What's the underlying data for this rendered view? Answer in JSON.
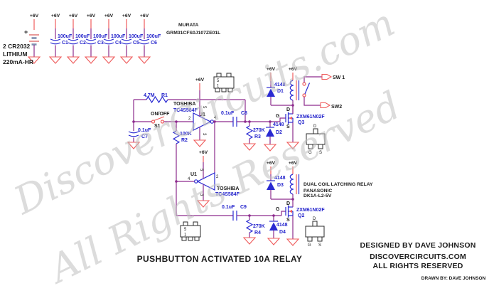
{
  "title": "PUSHBUTTON ACTIVATED 10A RELAY",
  "watermark": {
    "line1": "DiscoverCircuits.com",
    "line2": "All Rights Reserved"
  },
  "credits": {
    "designed_by": "DESIGNED BY DAVE JOHNSON",
    "site": "DISCOVERCIRCUITS.COM",
    "rights": "ALL RIGHTS RESERVED",
    "drawn_by": "DRAWN BY: DAVE JOHNSON"
  },
  "power_rail_label": "+6V",
  "battery": {
    "polarity": "+",
    "line1": "2 CR2032",
    "line2": "LITHIUM",
    "line3": "220mA-HR"
  },
  "bypass_caps": {
    "brand": "MURATA",
    "part": "GRM31CFS0J107ZE01L",
    "items": [
      {
        "value": "100uF",
        "ref": "C1"
      },
      {
        "value": "100uF",
        "ref": "C2"
      },
      {
        "value": "100uF",
        "ref": "C3"
      },
      {
        "value": "100uF",
        "ref": "C4"
      },
      {
        "value": "100uF",
        "ref": "C5"
      },
      {
        "value": "100uF",
        "ref": "C6"
      }
    ]
  },
  "u1": {
    "mfr": "TOSHIBA",
    "part": "TC4S584F",
    "ref": "U1",
    "pin_in": "2",
    "pin_out": "4",
    "pin_vdd": "5",
    "pin_gnd": "3"
  },
  "r1": {
    "value": "4.7M",
    "ref": "R1"
  },
  "s1": {
    "label": "ON/OFF",
    "ref": "S1"
  },
  "c7": {
    "value": "0.1uF",
    "ref": "C7"
  },
  "r2": {
    "value": "100K",
    "ref": "R2"
  },
  "c8": {
    "value": "0.1uF",
    "ref": "C8"
  },
  "r3": {
    "value": "270K",
    "ref": "R3"
  },
  "d2": {
    "value": "4148",
    "ref": "D2"
  },
  "q3": {
    "part": "ZXM61N02F",
    "ref": "Q3"
  },
  "d1": {
    "value": "4148",
    "ref": "D1"
  },
  "sw1": {
    "label": "SW 1"
  },
  "sw2": {
    "label": "SW2"
  },
  "c9": {
    "value": "0.1uF",
    "ref": "C9"
  },
  "r4": {
    "value": "270K",
    "ref": "R4"
  },
  "d4": {
    "value": "4148",
    "ref": "D4"
  },
  "q2": {
    "part": "ZXM61N02F",
    "ref": "Q2"
  },
  "d3": {
    "value": "4148",
    "ref": "D3"
  },
  "relay": {
    "line1": "DUAL COIL LATCHING RELAY",
    "line2": "PANASONIC",
    "line3": "DK1A-L2-5V"
  },
  "mosfet_pins": {
    "g": "G",
    "d": "D",
    "s": "S"
  },
  "package5": {
    "pin5": "5",
    "pin1": "1"
  },
  "colors": {
    "wire": "#8d2b8d",
    "symbol_blue": "#2a2ad2",
    "power_red": "#ef5c5c",
    "text": "#1c1c1c",
    "watermark": "#c1c1c1"
  }
}
